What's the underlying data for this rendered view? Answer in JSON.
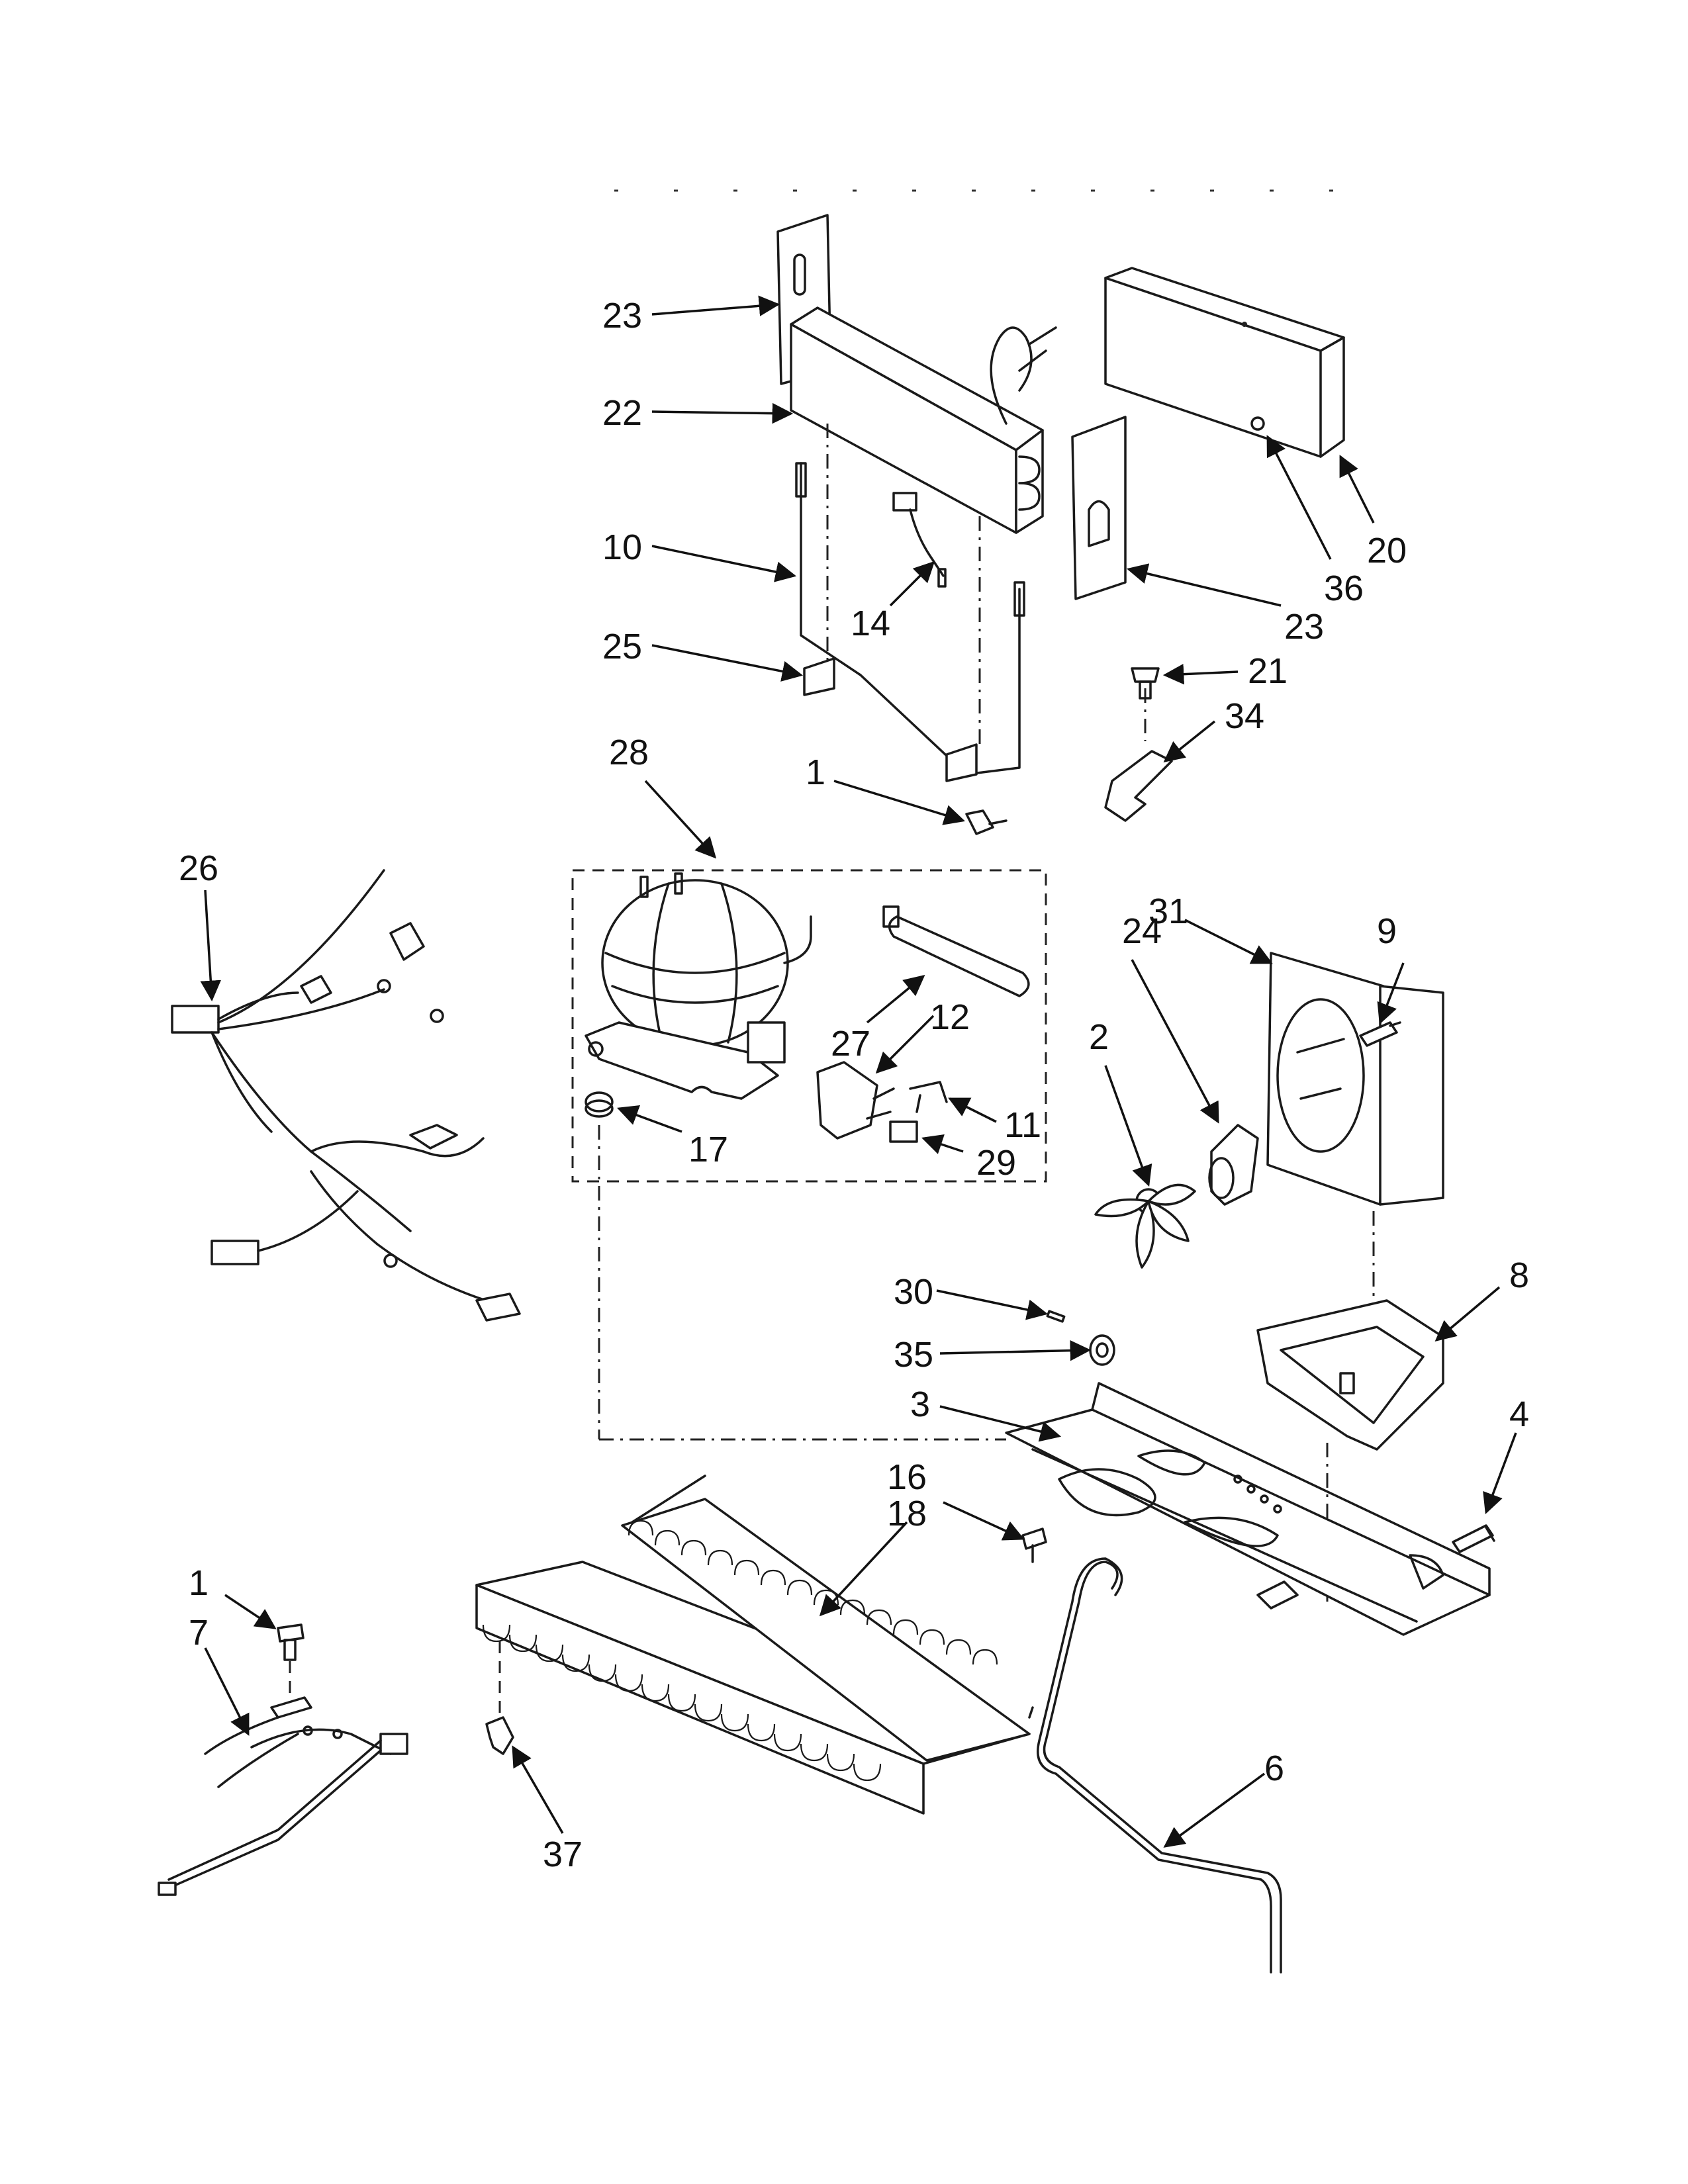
{
  "callouts": [
    {
      "id": "c23a",
      "label": "23"
    },
    {
      "id": "c22",
      "label": "22"
    },
    {
      "id": "c10",
      "label": "10"
    },
    {
      "id": "c14",
      "label": "14"
    },
    {
      "id": "c25",
      "label": "25"
    },
    {
      "id": "c20",
      "label": "20"
    },
    {
      "id": "c36",
      "label": "36"
    },
    {
      "id": "c23b",
      "label": "23"
    },
    {
      "id": "c21",
      "label": "21"
    },
    {
      "id": "c34",
      "label": "34"
    },
    {
      "id": "c28",
      "label": "28"
    },
    {
      "id": "c1a",
      "label": "1"
    },
    {
      "id": "c26",
      "label": "26"
    },
    {
      "id": "c27",
      "label": "27"
    },
    {
      "id": "c12",
      "label": "12"
    },
    {
      "id": "c11",
      "label": "11"
    },
    {
      "id": "c29",
      "label": "29"
    },
    {
      "id": "c17",
      "label": "17"
    },
    {
      "id": "c31",
      "label": "31"
    },
    {
      "id": "c9",
      "label": "9"
    },
    {
      "id": "c24",
      "label": "24"
    },
    {
      "id": "c2",
      "label": "2"
    },
    {
      "id": "c30",
      "label": "30"
    },
    {
      "id": "c35",
      "label": "35"
    },
    {
      "id": "c3",
      "label": "3"
    },
    {
      "id": "c8",
      "label": "8"
    },
    {
      "id": "c4",
      "label": "4"
    },
    {
      "id": "c16",
      "label": "16"
    },
    {
      "id": "c18",
      "label": "18"
    },
    {
      "id": "c1b",
      "label": "1"
    },
    {
      "id": "c7",
      "label": "7"
    },
    {
      "id": "c37",
      "label": "37"
    },
    {
      "id": "c6",
      "label": "6"
    }
  ],
  "parts": [
    "part-23-left-bracket",
    "part-22-condenser",
    "part-10-drain-tube",
    "part-14-sensor",
    "part-25-bracket",
    "part-20-cover",
    "part-36-screw",
    "part-23-right-bracket",
    "part-21-screw",
    "part-34-clip",
    "part-28-compressor-kit",
    "part-1-screw",
    "part-26-wire-harness",
    "part-27-drier",
    "part-12-relay",
    "part-11-clip",
    "part-29-cap",
    "part-17-grommet",
    "part-31-fan-shroud",
    "part-9-screw",
    "part-24-fan-motor",
    "part-2-fan-blade",
    "part-30-pin",
    "part-35-grommet",
    "part-3-base-plate",
    "part-8-drain-pan",
    "part-4-screw",
    "part-16-screw",
    "part-18-condenser-coil",
    "part-1-screw-lower",
    "part-7-wire-harness",
    "part-37-clip",
    "part-6-tube"
  ]
}
